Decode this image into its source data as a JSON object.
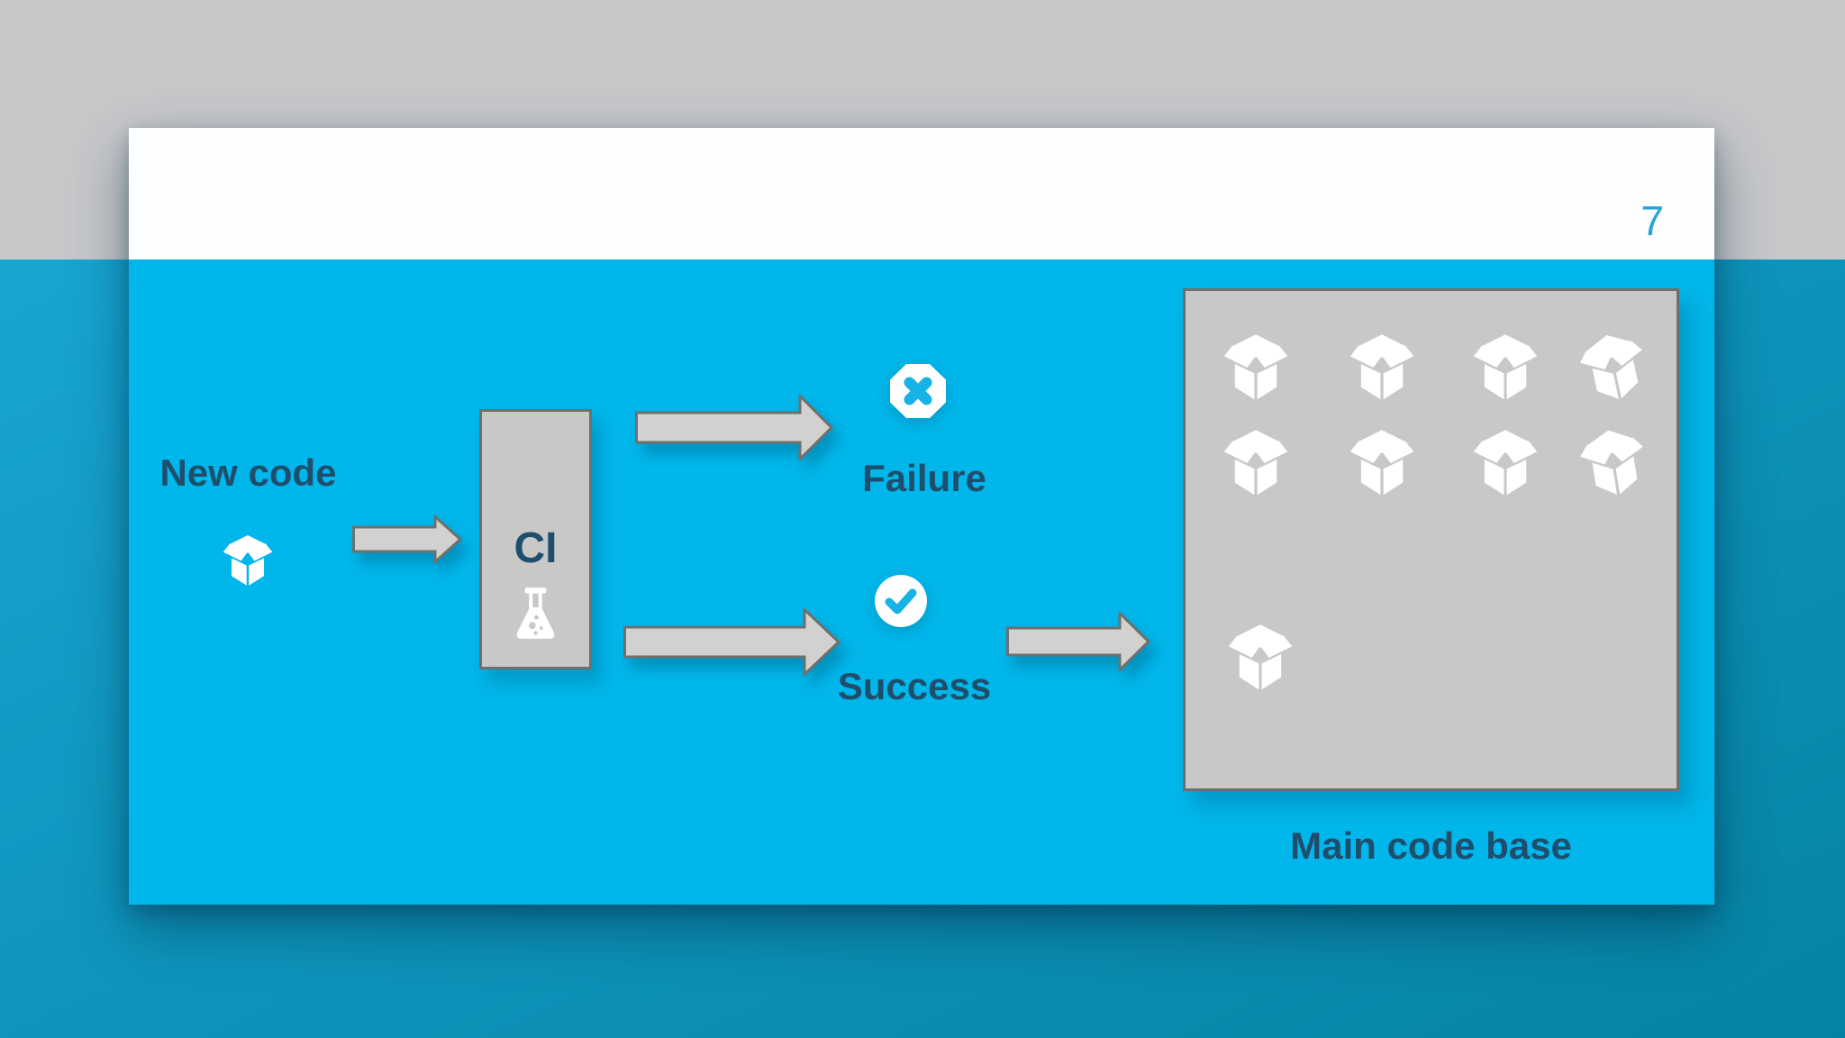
{
  "slide": {
    "page_number": "7",
    "labels": {
      "new_code": "New code",
      "ci": "CI",
      "failure": "Failure",
      "success": "Success",
      "main_code_base": "Main code base"
    },
    "icons": {
      "new_code": "box-open-icon",
      "ci": "flask-icon",
      "failure": "x-octagon-icon",
      "success": "check-circle-icon",
      "main_code_base": "box-open-icon"
    },
    "main_box": {
      "package_rows": 2,
      "packages_per_row": 4,
      "incoming_packages": 1
    }
  },
  "colors": {
    "card_cyan": "#00b6ea",
    "background_gray": "#c7c8ca",
    "background_teal": "#0e95bd",
    "text_navy": "#1e4e6c",
    "shape_gray": "#c8c8c7",
    "arrow_gray": "#d1d1cf",
    "page_number_blue": "#2ba3d8",
    "status_glyph_cyan": "#17b2e6"
  }
}
